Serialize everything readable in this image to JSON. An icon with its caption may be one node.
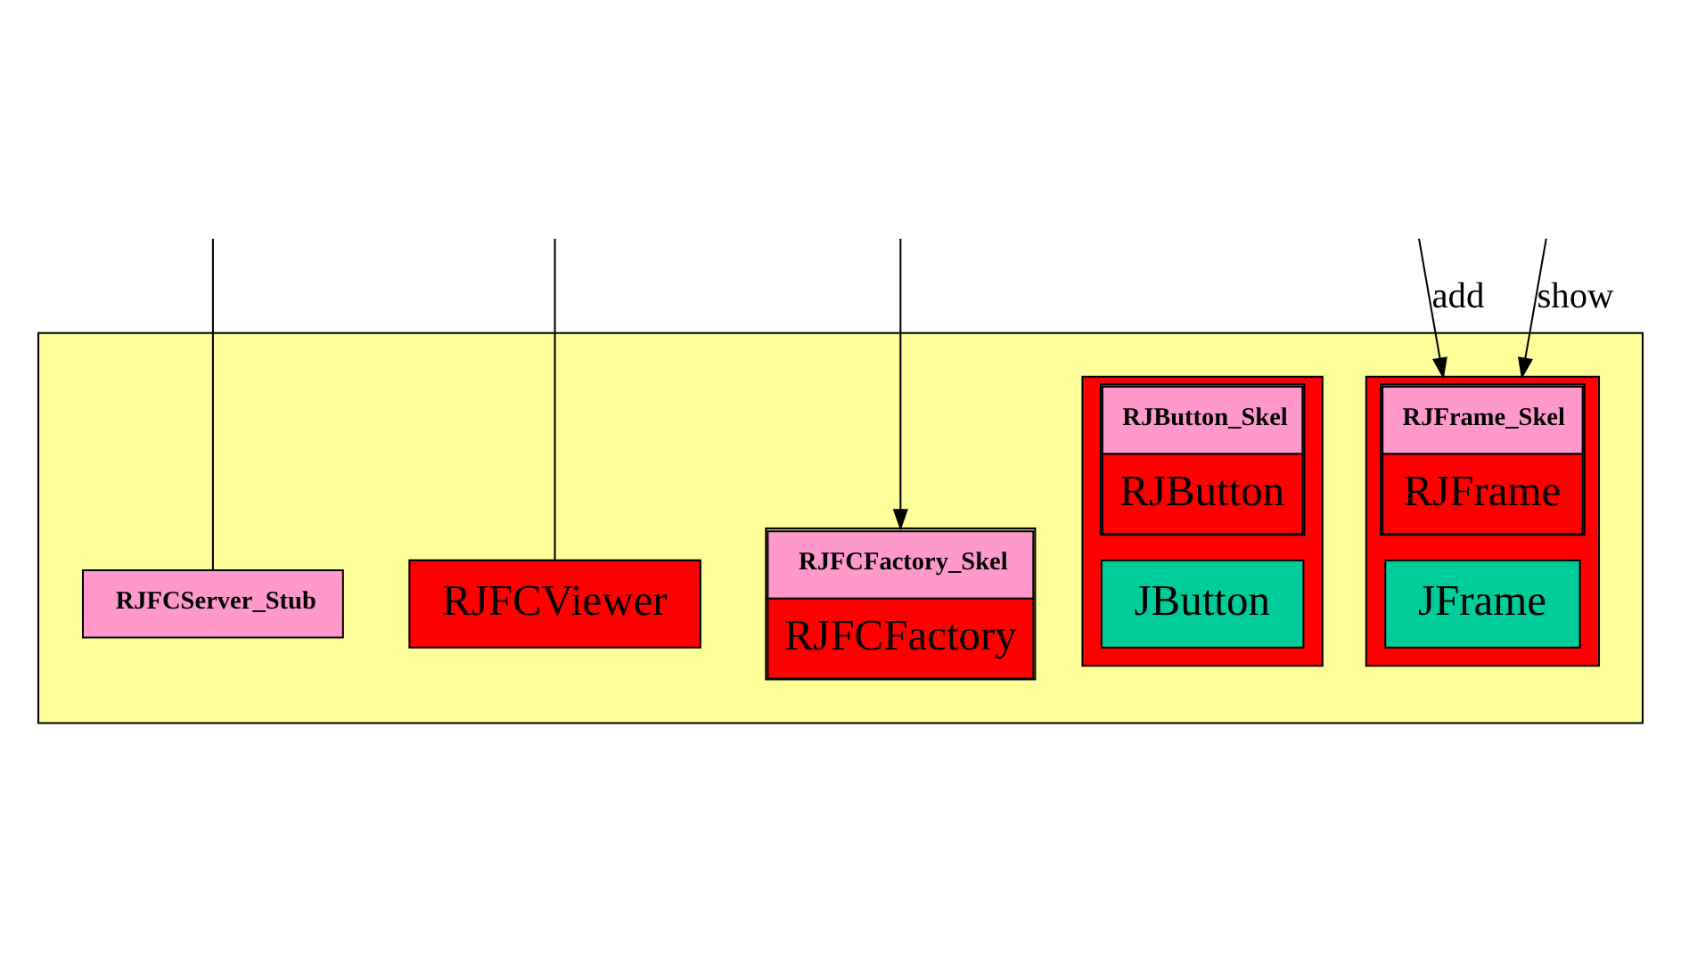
{
  "diagram": {
    "nodes": [
      {
        "text": [],
        "shape": "box"
      },
      {
        "text": [
          "RJFCServer_Stub"
        ],
        "in": 0
      },
      {
        "text": [
          "RJFCViewer"
        ],
        "in": 0
      },
      {
        "text": [
          "RJFCFactory_Skel",
          "RJFCFactory"
        ],
        "in": 0
      },
      {
        "text": [
          "RJFrame_Skel",
          "RJFrame"
        ],
        "in": 0
      },
      {
        "text": [
          "JFrame"
        ],
        "in": 4
      },
      {
        "text": [
          "RJButton_Skel",
          "RJButton"
        ],
        "in": 0
      },
      {
        "text": [
          "JButton"
        ],
        "in": 6
      }
    ],
    "edges": [
      {
        "from": null,
        "to": 4,
        "arrow": "to",
        "label": "show"
      },
      {
        "from": null,
        "to": 4,
        "arrow": "to",
        "label": "add"
      },
      {
        "from": null,
        "to": 1,
        "arrow": "none"
      },
      {
        "from": null,
        "to": 2,
        "arrow": "none"
      },
      {
        "from": null,
        "to": 3,
        "arrow": "to"
      }
    ]
  }
}
